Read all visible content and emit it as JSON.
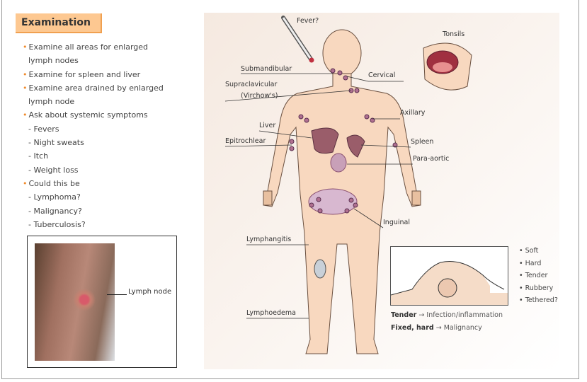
{
  "title": "Examination",
  "list": [
    {
      "text": "Examine all areas for enlarged",
      "type": "bullet"
    },
    {
      "text": "lymph nodes",
      "type": "cont"
    },
    {
      "text": "Examine for spleen and liver",
      "type": "bullet"
    },
    {
      "text": "Examine area drained by enlarged",
      "type": "bullet"
    },
    {
      "text": "lymph node",
      "type": "cont"
    },
    {
      "text": "Ask about systemic symptoms",
      "type": "bullet"
    },
    {
      "text": "- Fevers",
      "type": "cont"
    },
    {
      "text": "- Night sweats",
      "type": "cont"
    },
    {
      "text": "- Itch",
      "type": "cont"
    },
    {
      "text": "- Weight loss",
      "type": "cont"
    },
    {
      "text": "Could this be",
      "type": "bullet"
    },
    {
      "text": "- Lymphoma?",
      "type": "cont"
    },
    {
      "text": "- Malignancy?",
      "type": "cont"
    },
    {
      "text": "- Tuberculosis?",
      "type": "cont"
    }
  ],
  "photo_label": "Lymph node",
  "body_labels": {
    "fever": "Fever?",
    "tonsils": "Tonsils",
    "submandibular": "Submandibular",
    "cervical": "Cervical",
    "supraclavicular": "Supraclavicular",
    "virchows": "(Virchow's)",
    "axillary": "Axillary",
    "liver": "Liver",
    "epitrochlear": "Epitrochlear",
    "spleen": "Spleen",
    "para_aortic": "Para-aortic",
    "inguinal": "Inguinal",
    "lymphangitis": "Lymphangitis",
    "lymphoedema": "Lymphoedema"
  },
  "qualities": [
    "Soft",
    "Hard",
    "Tender",
    "Rubbery",
    "Tethered?"
  ],
  "notes": [
    {
      "bold": "Tender",
      "rest": "Infection/inflammation"
    },
    {
      "bold": "Fixed, hard",
      "rest": "Malignancy"
    }
  ],
  "arrow": "→"
}
